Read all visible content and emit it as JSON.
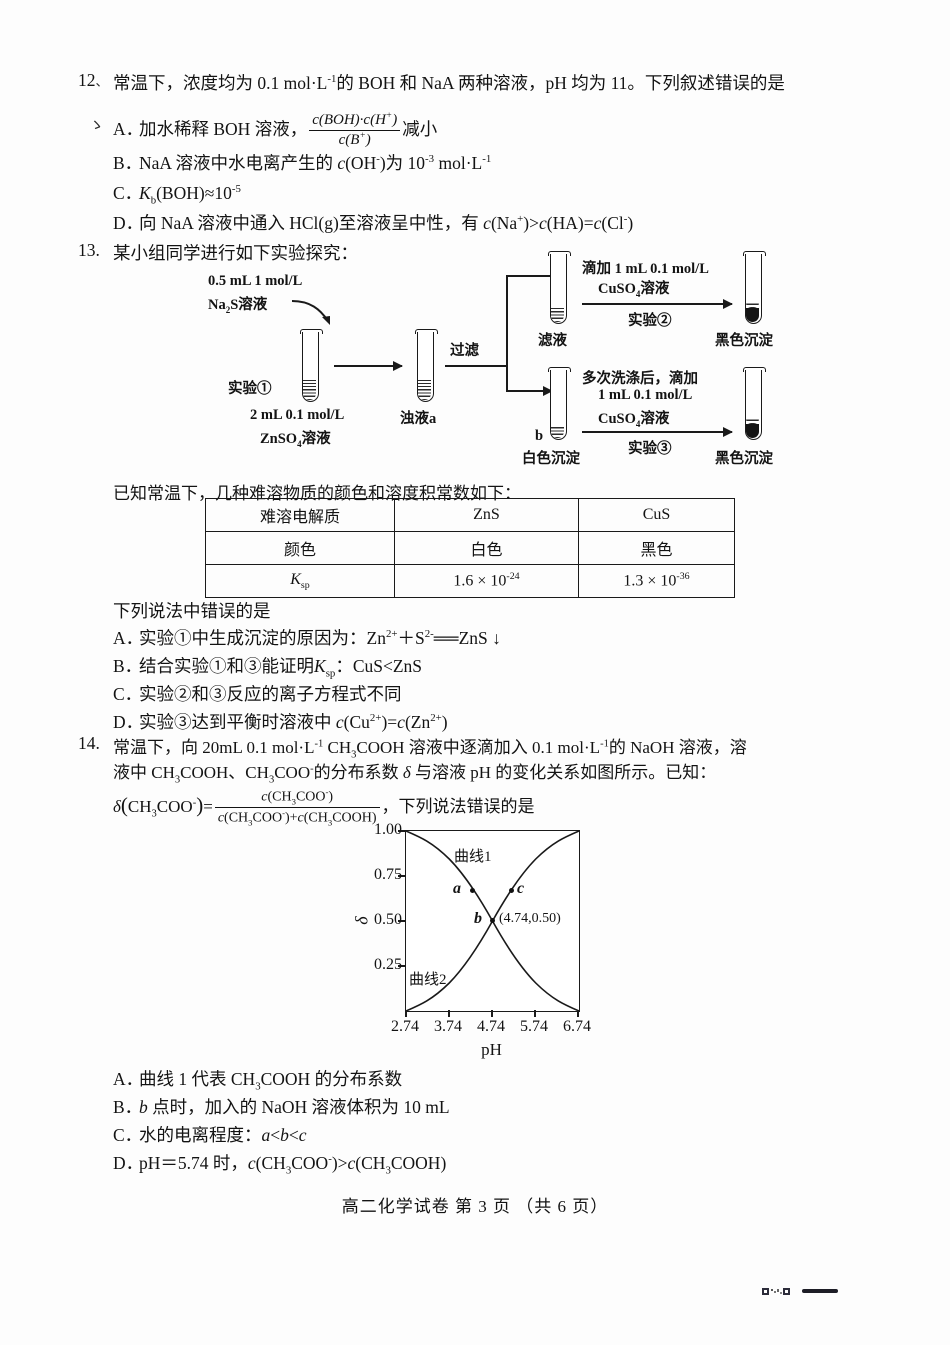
{
  "page": {
    "footer": "高二化学试卷   第 3 页   （共 6 页）",
    "stray_mark_12": "、",
    "stray_mark_a": "ゝ"
  },
  "q12": {
    "number": "12",
    "stem_1": "常温下，浓度均为 0.1 mol·L",
    "stem_exp": "-1",
    "stem_2": "的 BOH 和 NaA 两种溶液，pH 均为 11。下列叙述错误的是",
    "options": [
      {
        "label": "A．",
        "text_before": "加水稀释 BOH 溶液，",
        "frac_num": "c(BOH)·c(H+)",
        "frac_den": "c(B+)",
        "text_after": "减小"
      },
      {
        "label": "B．",
        "text": "NaA 溶液中水电离产生的 c(OH-)为 10-3 mol·L-1"
      },
      {
        "label": "C．",
        "text": "Kb(BOH)≈10-5"
      },
      {
        "label": "D．",
        "text": "向 NaA 溶液中通入 HCl(g)至溶液呈中性，有 c(Na+)>c(HA)=c(Cl-)"
      }
    ]
  },
  "q13": {
    "number": "13.",
    "stem": "某小组同学进行如下实验探究：",
    "diagram": {
      "reagent_top_line1": "0.5 mL 1 mol/L",
      "reagent_top_line2": "Na2S溶液",
      "tube1_label": "实验①",
      "tube1_bottom_line1": "2 mL 0.1 mol/L",
      "tube1_bottom_line2": "ZnSO4溶液",
      "tube2_label": "浊液a",
      "filter_label": "过滤",
      "tube3_label": "滤液",
      "branch_top_line1": "滴加 1 mL 0.1 mol/L",
      "branch_top_line2": "CuSO4溶液",
      "branch_top_under": "实验②",
      "tube4_label": "黑色沉淀",
      "tube5_marker": "b",
      "tube5_label": "白色沉淀",
      "branch_bottom_line1": "多次洗涤后，滴加",
      "branch_bottom_line2": "1 mL 0.1 mol/L",
      "branch_bottom_line3": "CuSO4溶液",
      "branch_bottom_under": "实验③",
      "tube6_label": "黑色沉淀"
    },
    "table_intro": "已知常温下，几种难溶物质的颜色和溶度积常数如下：",
    "table": {
      "rows": [
        {
          "header": "难溶电解质",
          "zns": "ZnS",
          "cus": "CuS"
        },
        {
          "header": "颜色",
          "zns": "白色",
          "cus": "黑色"
        },
        {
          "header": "Ksp",
          "zns": "1.6 × 10-24",
          "cus": "1.3 × 10-36"
        }
      ]
    },
    "options_intro": "下列说法中错误的是",
    "options": [
      {
        "label": "A．",
        "text": "实验①中生成沉淀的原因为：Zn2+ + S2- ══ ZnS ↓"
      },
      {
        "label": "B．",
        "text": "结合实验①和③能证明 Ksp：CuS<ZnS"
      },
      {
        "label": "C．",
        "text": "实验②和③反应的离子方程式不同"
      },
      {
        "label": "D．",
        "text": "实验③达到平衡时溶液中 c(Cu2+)=c(Zn2+)"
      }
    ]
  },
  "q14": {
    "number": "14.",
    "stem_line1": "常温下，向 20mL 0.1 mol·L-1 CH3COOH 溶液中逐滴加入 0.1 mol·L-1 的 NaOH 溶液，溶",
    "stem_line2": "液中 CH3COOH、CH3COO- 的分布系数 δ 与溶液 pH 的变化关系如图所示。已知：",
    "formula_lhs": "δ(CH3COO-)=",
    "formula_num": "c(CH3COO-)",
    "formula_den": "c(CH3COO-)+c(CH3COOH)",
    "formula_after": "，下列说法错误的是",
    "options": [
      {
        "label": "A．",
        "text": "曲线 1 代表 CH3COOH 的分布系数"
      },
      {
        "label": "B．",
        "text": "b 点时，加入的 NaOH 溶液体积为 10 mL"
      },
      {
        "label": "C．",
        "text": "水的电离程度：a<b<c"
      },
      {
        "label": "D．",
        "text": "pH=5.74 时，c(CH3COO-)>c(CH3COOH)"
      }
    ]
  },
  "chart_data": {
    "type": "line",
    "title": "",
    "xlabel": "pH",
    "ylabel": "δ",
    "xlim": [
      2.74,
      6.74
    ],
    "ylim": [
      0.0,
      1.0
    ],
    "xticks": [
      "2.74",
      "3.74",
      "4.74",
      "5.74",
      "6.74"
    ],
    "xtick_values": [
      2.74,
      3.74,
      4.74,
      5.74,
      6.74
    ],
    "yticks": [
      "0.25",
      "0.50",
      "0.75",
      "1.00"
    ],
    "ytick_values": [
      0.25,
      0.5,
      0.75,
      1.0
    ],
    "grid": false,
    "legend": "inline-labels",
    "series": [
      {
        "name": "曲线1",
        "label_position": {
          "x": 3.7,
          "y": 0.92
        },
        "x": [
          2.74,
          3.24,
          3.74,
          4.24,
          4.74,
          5.24,
          5.74,
          6.24,
          6.74
        ],
        "y": [
          1.0,
          0.97,
          0.91,
          0.76,
          0.5,
          0.24,
          0.09,
          0.03,
          0.0
        ]
      },
      {
        "name": "曲线2",
        "label_position": {
          "x": 3.05,
          "y": 0.2
        },
        "x": [
          2.74,
          3.24,
          3.74,
          4.24,
          4.74,
          5.24,
          5.74,
          6.24,
          6.74
        ],
        "y": [
          0.0,
          0.03,
          0.09,
          0.24,
          0.5,
          0.76,
          0.91,
          0.97,
          1.0
        ]
      }
    ],
    "annotations": [
      {
        "name": "a",
        "x": 4.29,
        "y": 0.67,
        "label": "a"
      },
      {
        "name": "c",
        "x": 5.2,
        "y": 0.67,
        "label": "c"
      },
      {
        "name": "b",
        "x": 4.74,
        "y": 0.5,
        "label": "b",
        "coord_text": "(4.74,0.50)"
      }
    ]
  }
}
